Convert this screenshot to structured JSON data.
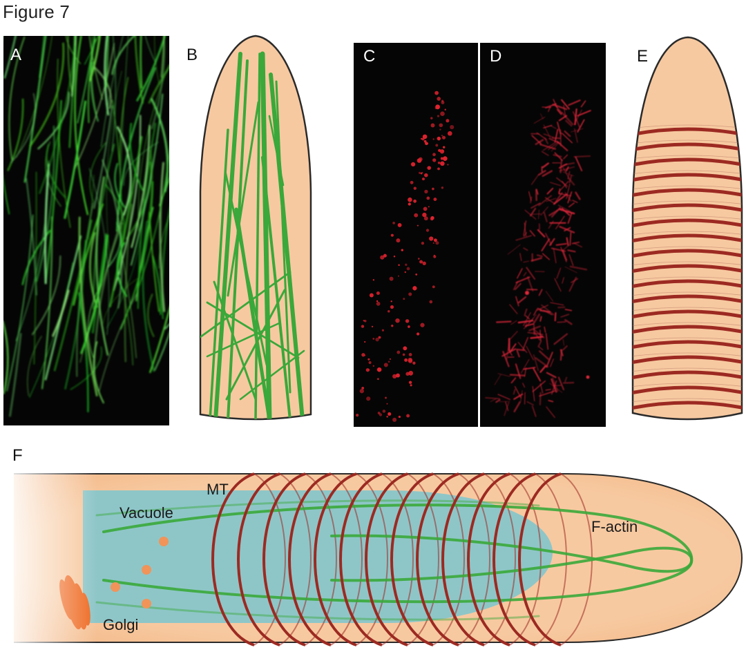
{
  "figure_title": "Figure 7",
  "panels": {
    "A": {
      "label": "A"
    },
    "B": {
      "label": "B"
    },
    "C": {
      "label": "C"
    },
    "D": {
      "label": "D"
    },
    "E": {
      "label": "E"
    },
    "F": {
      "label": "F",
      "annotations": {
        "mt": "MT",
        "vacuole": "Vacuole",
        "factin": "F-actin",
        "golgi": "Golgi"
      }
    }
  },
  "colors": {
    "cell_fill": "#f7c9a0",
    "cell_outline": "#2a2a2a",
    "actin_green": "#3aa83a",
    "microtubule_red": "#9c2a22",
    "vacuole_blue": "#8ec6c8",
    "golgi_orange": "#ee6a22",
    "vesicle_orange": "#f0945a",
    "micrograph_bg": "#050505"
  }
}
